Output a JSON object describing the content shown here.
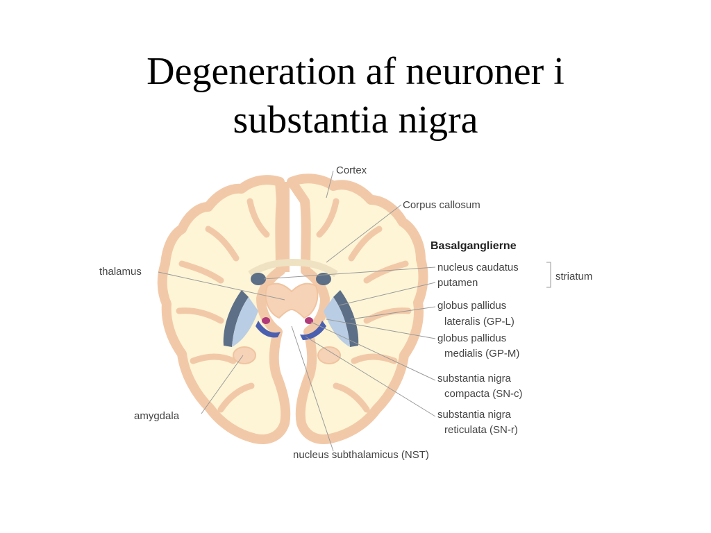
{
  "slide": {
    "title_line1": "Degeneration af neuroner i",
    "title_line2": "substantia nigra"
  },
  "diagram": {
    "labels": {
      "cortex": "Cortex",
      "corpus_callosum": "Corpus callosum",
      "basalganglierne": "Basalganglierne",
      "nucleus_caudatus": "nucleus caudatus",
      "putamen": "putamen",
      "striatum": "striatum",
      "globus_pallidus_lateralis_1": "globus pallidus",
      "globus_pallidus_lateralis_2": "lateralis (GP-L)",
      "globus_pallidus_medialis_1": "globus pallidus",
      "globus_pallidus_medialis_2": "medialis (GP-M)",
      "sn_compacta_1": "substantia nigra",
      "sn_compacta_2": "compacta (SN-c)",
      "sn_reticulata_1": "substantia nigra",
      "sn_reticulata_2": "reticulata (SN-r)",
      "thalamus": "thalamus",
      "amygdala": "amygdala",
      "nucleus_subthalamicus": "nucleus subthalamicus (NST)"
    },
    "colors": {
      "cortex_outline": "#f2c9a8",
      "white_matter": "#fdf5d6",
      "ventricle": "#5d6f86",
      "globus_pallidus": "#b9cde4",
      "substantia_nigra": "#4b5fb0",
      "sn_compacta": "#b03a7a"
    }
  }
}
